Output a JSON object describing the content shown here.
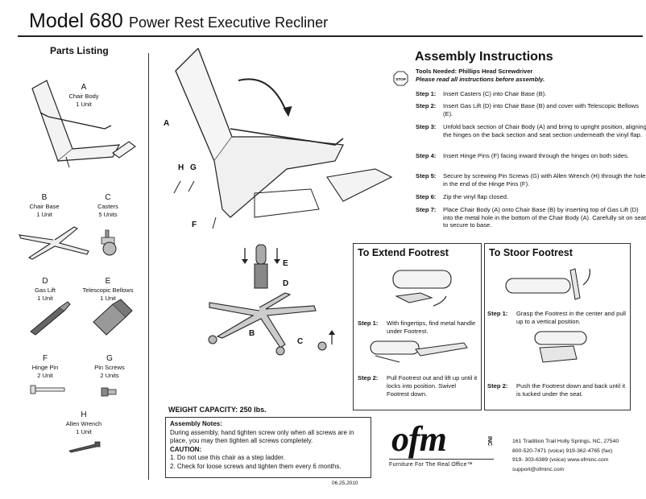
{
  "header": {
    "model": "Model 680",
    "product": "Power Rest Executive Recliner"
  },
  "parts": {
    "heading": "Parts Listing",
    "items": [
      {
        "letter": "A",
        "name": "Chair Body",
        "qty": "1 Unit"
      },
      {
        "letter": "B",
        "name": "Chair Base",
        "qty": "1 Unit"
      },
      {
        "letter": "C",
        "name": "Casters",
        "qty": "5 Units"
      },
      {
        "letter": "D",
        "name": "Gas Lift",
        "qty": "1 Unit"
      },
      {
        "letter": "E",
        "name": "Telescopic Bellows",
        "qty": "1 Unit"
      },
      {
        "letter": "F",
        "name": "Hinge Pin",
        "qty": "2 Unit"
      },
      {
        "letter": "G",
        "name": "Pin Screws",
        "qty": "2 Units"
      },
      {
        "letter": "H",
        "name": "Allen Wrench",
        "qty": "1 Unit"
      }
    ]
  },
  "assembly": {
    "heading": "Assembly Instructions",
    "stop_label": "STOP",
    "tools": "Tools Needed: Phillips Head Screwdriver",
    "read_all": "Please read all instructions before assembly.",
    "steps": [
      {
        "label": "Step 1:",
        "text": "Insert Casters (C) into Chair Base (B)."
      },
      {
        "label": "Step 2:",
        "text": "Insert Gas Lift (D) into Chair Base (B) and cover with Telescopic Bellows (E)."
      },
      {
        "label": "Step 3:",
        "text": "Unfold back section of Chair Body (A) and bring to upright position, aligning the hinges on the back section and seat section underneath the vinyl flap."
      },
      {
        "label": "Step 4:",
        "text": "Insert Hinge Pins (F) facing inward through the hinges on both sides."
      },
      {
        "label": "Step 5:",
        "text": "Secure by screwing Pin Screws (G) with Allen Wrench (H) through the holes in the end of the Hinge Pins (F)."
      },
      {
        "label": "Step 6:",
        "text": "Zip the vinyl flap closed."
      },
      {
        "label": "Step 7:",
        "text": "Place Chair Body (A) onto Chair Base (B) by inserting top of Gas Lift (D) into the metal hole in the bottom of the Chair Body (A). Carefully sit on seat to secure to base."
      }
    ]
  },
  "callouts": {
    "A": "A",
    "H": "H",
    "G": "G",
    "F": "F",
    "E": "E",
    "D": "D",
    "B": "B",
    "C": "C"
  },
  "extend": {
    "heading": "To Extend Footrest",
    "steps": [
      {
        "label": "Step 1:",
        "text": "With fingertips, find metal handle under Footrest."
      },
      {
        "label": "Step 2:",
        "text": "Pull Footrest out and lift up until it locks into position. Swivel Footrest down."
      }
    ]
  },
  "store": {
    "heading": "To Stoor Footrest",
    "steps": [
      {
        "label": "Step 1:",
        "text": "Grasp the Footrest in the center and pull up to a vertical position."
      },
      {
        "label": "Step 2:",
        "text": "Push the Footrest down and back until it is tucked under the seat."
      }
    ]
  },
  "weight": "WEIGHT CAPACITY: 250 lbs.",
  "notes": {
    "heading": "Assembly Notes:",
    "text": "During assembly, hand tighten screw only when all screws are in place, you may then tighten all screws completely.",
    "caution_heading": "CAUTION:",
    "cautions": [
      "1. Do not use this chair as a step ladder.",
      "2. Check for loose screws and tighten them every 6 months."
    ]
  },
  "date": "06.25.2010",
  "company": {
    "logo": "ofm",
    "logo_suffix": "INC",
    "tagline": "Furniture For The Real Office™",
    "address": "161 Tradition Trail  Holly Springs, NC, 27540",
    "phone": "800-520-7471 (voice)   919-362-4765 (fax)",
    "phone2": "919- 303-6389 (voice)    www.ofminc.com",
    "email": "support@ofminc.com"
  }
}
